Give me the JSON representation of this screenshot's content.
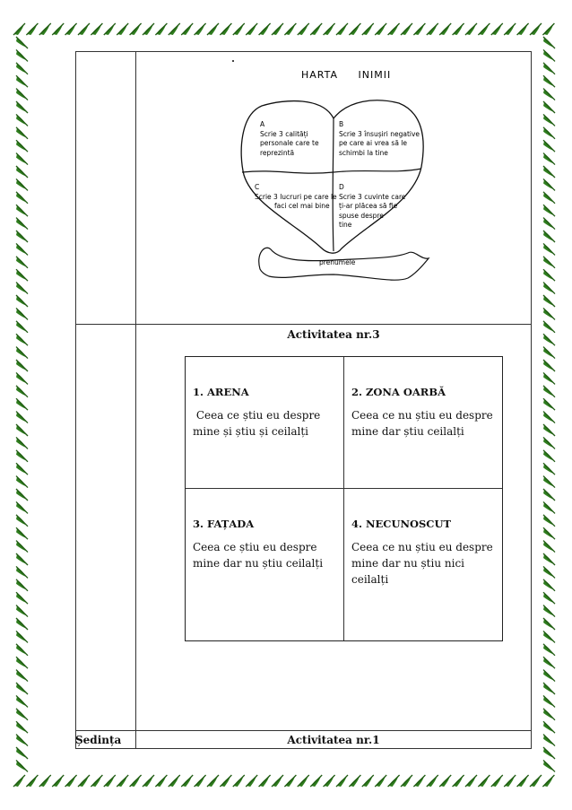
{
  "heart": {
    "title": "HARTA     INIMII",
    "quadrants": [
      {
        "letter": "A",
        "lines": [
          "Scrie 3 calități",
          "personale care te",
          "reprezintă"
        ]
      },
      {
        "letter": "B",
        "lines": [
          "Scrie 3 însușiri negative",
          "pe care ai vrea să le",
          "schimbi la tine"
        ]
      },
      {
        "letter": "C",
        "lines": [
          "Scrie 3 lucruri pe care le",
          "faci cel mai bine"
        ]
      },
      {
        "letter": "D",
        "lines": [
          "Scrie 3 cuvinte care",
          "ți-ar plăcea să fie",
          "spuse despre",
          "tine"
        ]
      }
    ],
    "base_label": "prenumele"
  },
  "activity3": {
    "title": "Activitatea nr.3",
    "cells": [
      {
        "heading": "1. ARENA",
        "text": " Ceea ce știu eu despre mine și știu și ceilalți"
      },
      {
        "heading": "2. ZONA OARBĂ",
        "text": "Ceea ce nu știu eu despre mine dar știu ceilalți"
      },
      {
        "heading": "3. FAȚADA",
        "text": "Ceea ce știu eu despre mine dar nu știu ceilalți"
      },
      {
        "heading": "4. NECUNOSCUT",
        "text": "Ceea ce nu știu eu despre mine dar nu știu nici ceilalți"
      }
    ]
  },
  "footer_row": {
    "session_label": "Ședința",
    "activity_label": "Activitatea nr.1"
  },
  "colors": {
    "border_leaf": "#2f7d1e",
    "border_dark": "#1f5a12"
  }
}
